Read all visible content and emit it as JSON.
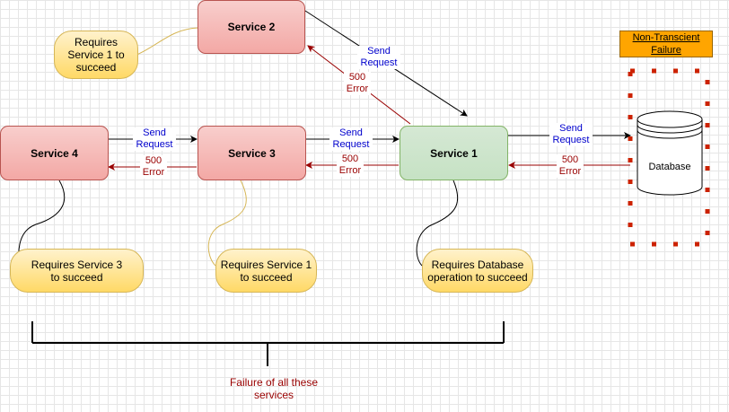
{
  "services": {
    "service2": "Service 2",
    "service4": "Service 4",
    "service3": "Service 3",
    "service1": "Service 1"
  },
  "database": "Database",
  "non_transcient_failure": "Non-Transcient Failure",
  "notes": {
    "s2_requires": "Requires Service 1 to succeed",
    "s4_requires": "Requires Service 3 to succeed",
    "s3_requires": "Requires Service 1 to succeed",
    "s1_requires": "Requires Database operation to succeed"
  },
  "edge_labels": {
    "send_request": "Send Request",
    "error_500": "500 Error"
  },
  "failure_caption": "Failure of all these services",
  "colors": {
    "send_text": "#0000cc",
    "error_text": "#990000",
    "error_arrow": "#990000",
    "service_fill": "#f8cecc",
    "service1_fill": "#d5e8d4",
    "note_fill": "#ffd966",
    "dotted_border": "#cc2200"
  }
}
